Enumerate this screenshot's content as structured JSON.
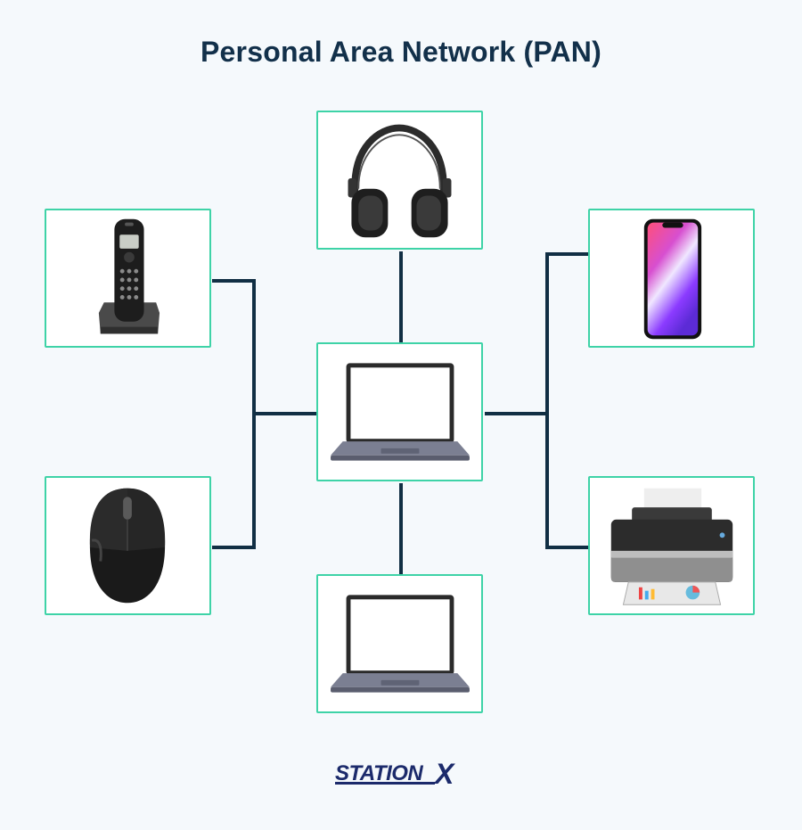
{
  "title": "Personal Area Network (PAN)",
  "logo": {
    "main": "STATION",
    "accent": "X"
  },
  "colors": {
    "node_border": "#3ed3a7",
    "wire": "#112f44",
    "title": "#12304a",
    "logo": "#1b2a6b"
  },
  "nodes": [
    {
      "id": "headphones",
      "icon": "headphones-icon"
    },
    {
      "id": "cordless-phone",
      "icon": "cordless-phone-icon"
    },
    {
      "id": "smartphone",
      "icon": "smartphone-icon"
    },
    {
      "id": "laptop-hub",
      "icon": "laptop-icon"
    },
    {
      "id": "mouse",
      "icon": "mouse-icon"
    },
    {
      "id": "printer",
      "icon": "printer-icon"
    },
    {
      "id": "laptop",
      "icon": "laptop-icon"
    }
  ]
}
